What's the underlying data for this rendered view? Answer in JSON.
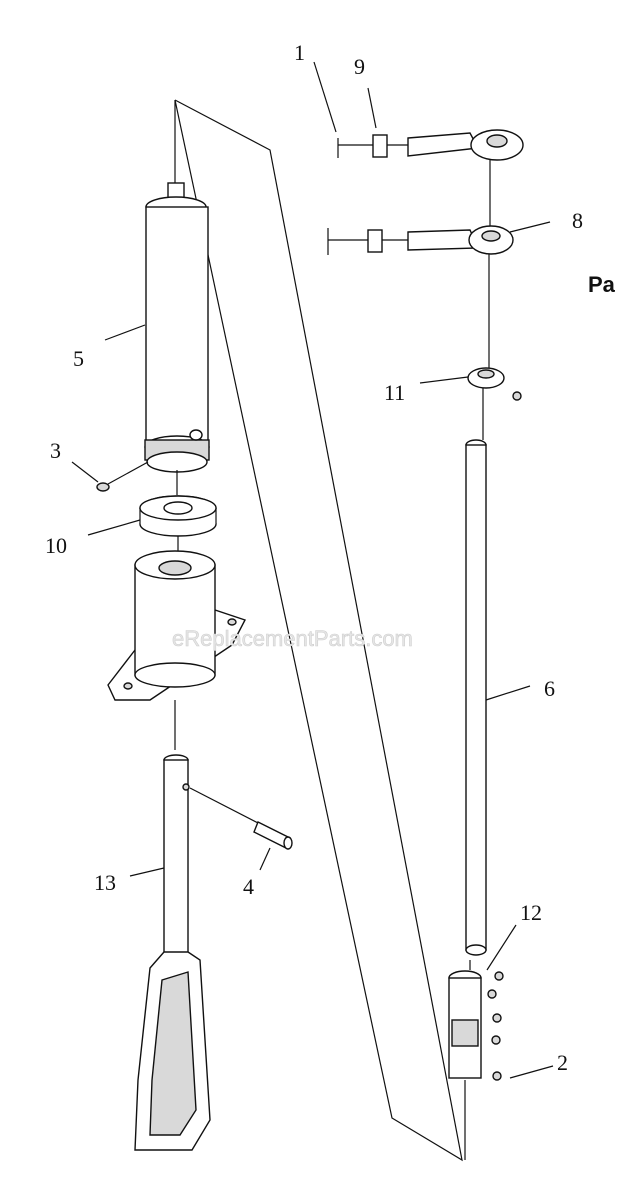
{
  "diagram": {
    "side_label": "Pa",
    "watermark": "eReplacementParts.com",
    "callouts": [
      {
        "id": "c1",
        "label": "1"
      },
      {
        "id": "c9",
        "label": "9"
      },
      {
        "id": "c8",
        "label": "8"
      },
      {
        "id": "c5",
        "label": "5"
      },
      {
        "id": "c11",
        "label": "11"
      },
      {
        "id": "c3",
        "label": "3"
      },
      {
        "id": "c10",
        "label": "10"
      },
      {
        "id": "c6",
        "label": "6"
      },
      {
        "id": "c13",
        "label": "13"
      },
      {
        "id": "c4",
        "label": "4"
      },
      {
        "id": "c12",
        "label": "12"
      },
      {
        "id": "c2",
        "label": "2"
      }
    ]
  }
}
